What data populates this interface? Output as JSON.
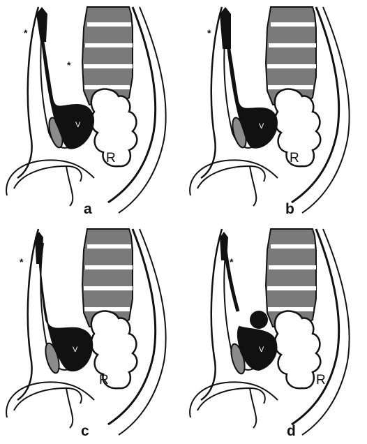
{
  "panels": [
    {
      "id": "a",
      "letter": "a",
      "rectum_label": "R",
      "vagina_label": "V",
      "markers": 2,
      "variant": "a"
    },
    {
      "id": "b",
      "letter": "b",
      "rectum_label": "R",
      "vagina_label": "V",
      "markers": 1,
      "variant": "b"
    },
    {
      "id": "c",
      "letter": "c",
      "rectum_label": "R",
      "vagina_label": "V",
      "markers": 1,
      "variant": "c"
    },
    {
      "id": "d",
      "letter": "d",
      "rectum_label": "R",
      "vagina_label": "V",
      "markers": 1,
      "variant": "d"
    }
  ],
  "colors": {
    "ink": "#111111",
    "spine_fill": "#7a7a7a",
    "organ_fill": "#8c8c8c",
    "background": "#ffffff"
  }
}
